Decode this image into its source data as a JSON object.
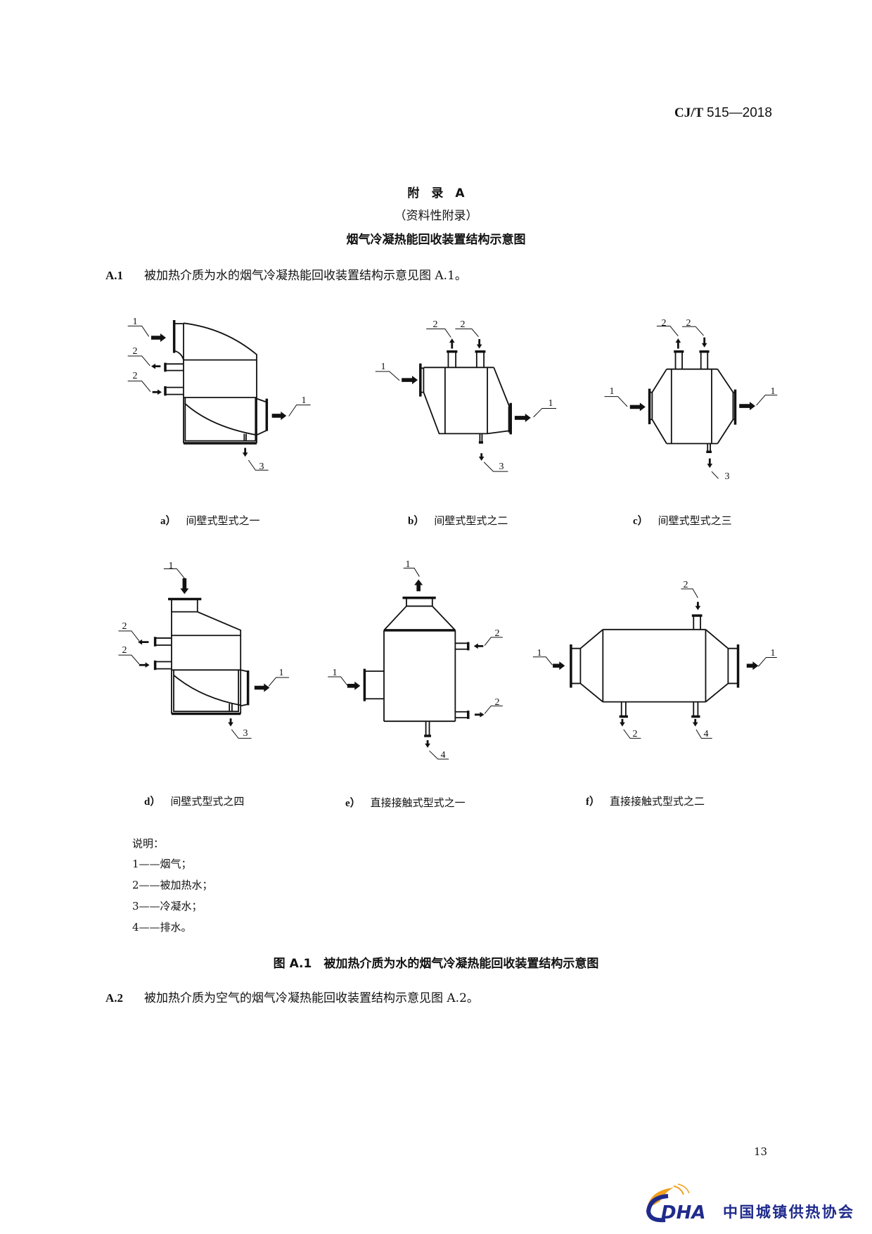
{
  "header": {
    "standard_prefix": "CJ/T",
    "standard_number": "515—2018"
  },
  "appendix": {
    "title": "附　录　A",
    "subtitle": "（资料性附录）",
    "heading": "烟气冷凝热能回收装置结构示意图"
  },
  "section_a1": {
    "number": "A.1",
    "text": "被加热介质为水的烟气冷凝热能回收装置结构示意见图 A.1。"
  },
  "figures": [
    {
      "letter": "a）",
      "caption": "间壁式型式之一",
      "callouts": [
        "1",
        "2",
        "2",
        "1",
        "3"
      ]
    },
    {
      "letter": "b）",
      "caption": "间壁式型式之二",
      "callouts": [
        "2",
        "2",
        "1",
        "1",
        "3"
      ]
    },
    {
      "letter": "c）",
      "caption": "间壁式型式之三",
      "callouts": [
        "2",
        "2",
        "1",
        "1",
        "3"
      ]
    },
    {
      "letter": "d）",
      "caption": "间壁式型式之四",
      "callouts": [
        "1",
        "2",
        "2",
        "1",
        "3"
      ]
    },
    {
      "letter": "e）",
      "caption": "直接接触式型式之一",
      "callouts": [
        "1",
        "2",
        "2",
        "1",
        "4"
      ]
    },
    {
      "letter": "f）",
      "caption": "直接接触式型式之二",
      "callouts": [
        "2",
        "1",
        "1",
        "2",
        "4"
      ]
    }
  ],
  "legend": {
    "title": "说明：",
    "items": [
      "1——烟气；",
      "2——被加热水；",
      "3——冷凝水；",
      "4——排水。"
    ]
  },
  "figure_caption": "图 A.1　被加热介质为水的烟气冷凝热能回收装置结构示意图",
  "section_a2": {
    "number": "A.2",
    "text": "被加热介质为空气的烟气冷凝热能回收装置结构示意见图 A.2。"
  },
  "page_number": "13",
  "footer_logo": {
    "mark": "CDHA",
    "org_name": "中国城镇供热协会",
    "colors": {
      "blue": "#1f2a8c",
      "orange": "#f0a020"
    }
  }
}
